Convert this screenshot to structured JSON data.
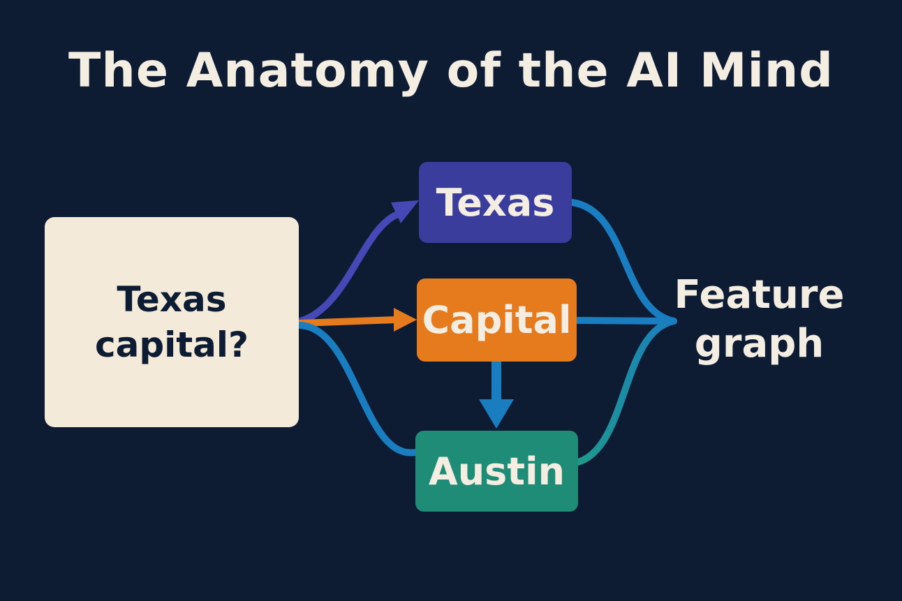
{
  "title": "The Anatomy of the AI Mind",
  "input": {
    "line1": "Texas",
    "line2": "capital?"
  },
  "nodes": {
    "texas": "Texas",
    "capital": "Capital",
    "austin": "Austin"
  },
  "output": {
    "line1": "Feature",
    "line2": "graph"
  },
  "colors": {
    "background": "#0e1c33",
    "input_box": "#f3ead9",
    "texas_node": "#3a3d9b",
    "capital_node": "#e67b1e",
    "austin_node": "#1f8c77",
    "arrow_purple": "#4548b5",
    "arrow_orange": "#e67b1e",
    "arrow_blue": "#1a7dc0",
    "arrow_teal": "#1f9a8a"
  }
}
